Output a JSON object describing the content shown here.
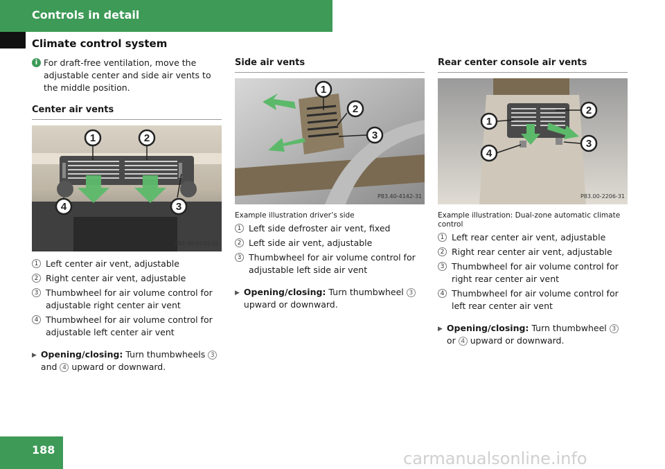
{
  "header": {
    "section": "Controls in detail",
    "subsection": "Climate control system"
  },
  "note": {
    "icon": "info-icon",
    "text": "For draft-free ventilation, move the adjustable center and side air vents to the middle position."
  },
  "center": {
    "heading": "Center air vents",
    "figure_code": "P83.40-4141-31",
    "callouts": [
      "1",
      "2",
      "3",
      "4"
    ],
    "items": [
      {
        "n": "1",
        "text": "Left center air vent, adjustable"
      },
      {
        "n": "2",
        "text": "Right center air vent, adjustable"
      },
      {
        "n": "3",
        "text": "Thumbwheel for air volume control for adjustable right center air vent"
      },
      {
        "n": "4",
        "text": "Thumbwheel for air volume control for adjustable left center air vent"
      }
    ],
    "action_label": "Opening/closing:",
    "action_pre": "Turn thumbwheels",
    "action_num1": "3",
    "action_and": "and",
    "action_num2": "4",
    "action_post": "upward or downward."
  },
  "side": {
    "heading": "Side air vents",
    "figure_code": "P83.40-4142-31",
    "callouts": [
      "1",
      "2",
      "3"
    ],
    "caption": "Example illustration driver’s side",
    "items": [
      {
        "n": "1",
        "text": "Left side defroster air vent, fixed"
      },
      {
        "n": "2",
        "text": "Left side air vent, adjustable"
      },
      {
        "n": "3",
        "text": "Thumbwheel for air volume control for adjustable left side air vent"
      }
    ],
    "action_label": "Opening/closing:",
    "action_pre": "Turn thumbwheel",
    "action_num1": "3",
    "action_post": "upward or downward."
  },
  "rear": {
    "heading": "Rear center console air vents",
    "figure_code": "P83.00-2206-31",
    "callouts": [
      "1",
      "2",
      "3",
      "4"
    ],
    "caption": "Example illustration: Dual-zone automatic climate control",
    "items": [
      {
        "n": "1",
        "text": "Left rear center air vent, adjustable"
      },
      {
        "n": "2",
        "text": "Right rear center air vent, adjustable"
      },
      {
        "n": "3",
        "text": "Thumbwheel for air volume control for right rear center air vent"
      },
      {
        "n": "4",
        "text": "Thumbwheel for air volume control for left rear center air vent"
      }
    ],
    "action_label": "Opening/closing:",
    "action_pre": "Turn thumbwheel",
    "action_num1": "3",
    "action_or": "or",
    "action_num2": "4",
    "action_post": "upward or downward."
  },
  "page_number": "188",
  "watermark": "carmanualsonline.info",
  "colors": {
    "accent": "#3e9a57",
    "arrow": "#5cb96a"
  }
}
